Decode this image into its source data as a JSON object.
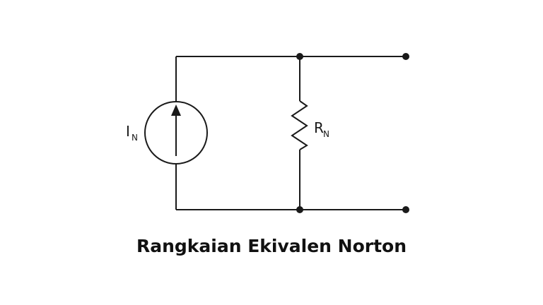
{
  "diagram": {
    "source_label": {
      "main": "I",
      "sub": "N"
    },
    "resistor_label": {
      "main": "R",
      "sub": "N"
    }
  },
  "caption": "Rangkaian Ekivalen Norton",
  "colors": {
    "stroke": "#1a1a1a",
    "background": "#ffffff"
  }
}
